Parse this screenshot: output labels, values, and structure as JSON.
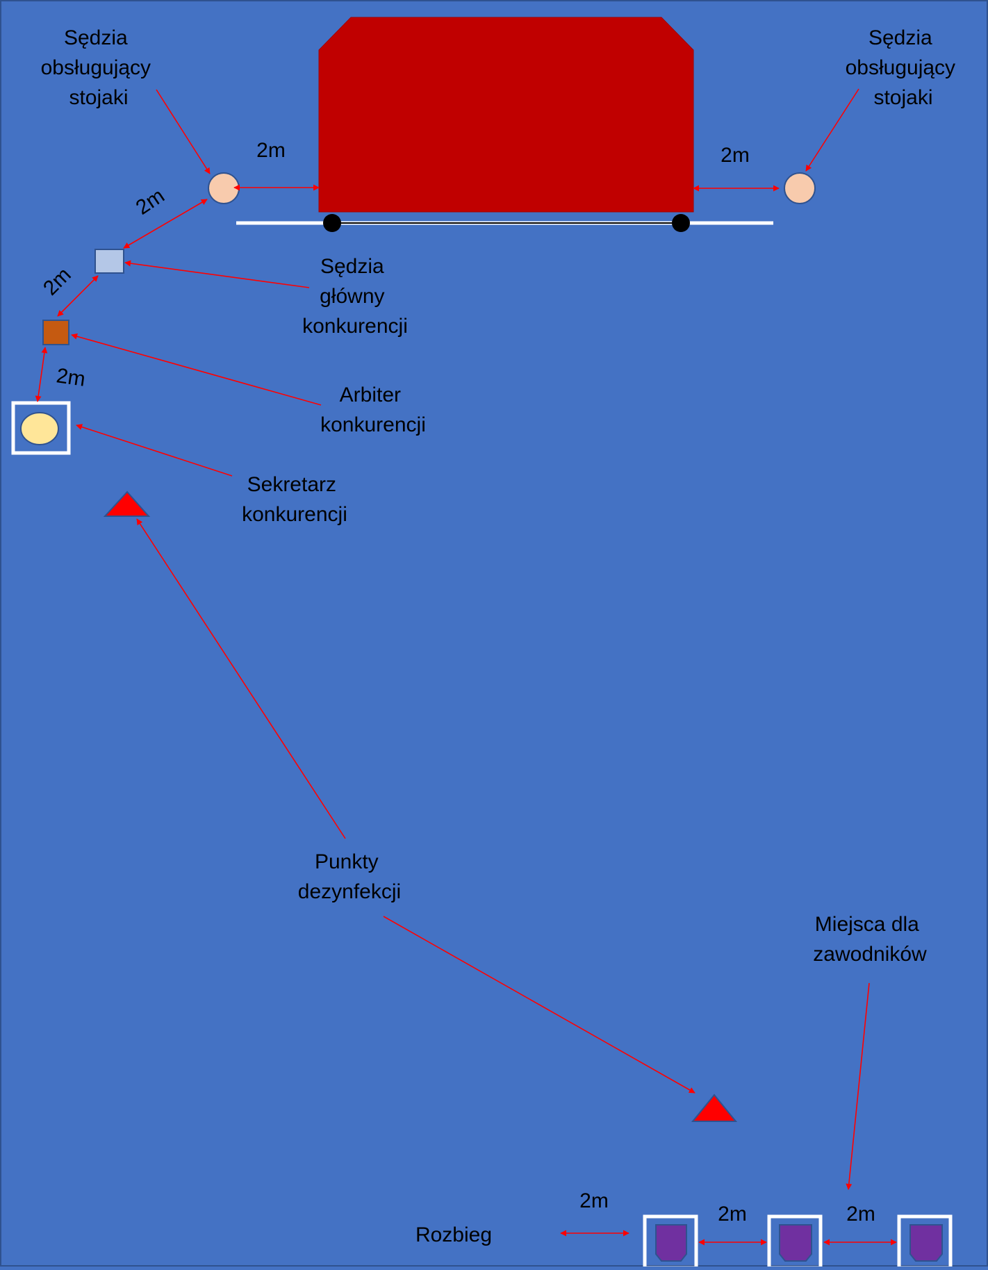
{
  "colors": {
    "background": "#4472C4",
    "border": "#2F528F",
    "mat": "#C00000",
    "arrow": "#FF0000",
    "label_text": "#000000",
    "stand_judge": "#F8CBAD",
    "head_judge": "#B4C7E7",
    "referee": "#C55A11",
    "secretary": "#FFE699",
    "disinfection": "#FF0000",
    "athlete_seat": "#7030A0",
    "frame": "#FFFFFF",
    "post": "#000000"
  },
  "labels": {
    "stand_judge_left": [
      "Sędzia",
      "obsługujący",
      "stojaki"
    ],
    "stand_judge_right": [
      "Sędzia",
      "obsługujący",
      "stojaki"
    ],
    "head_judge": [
      "Sędzia",
      "główny",
      "konkurencji"
    ],
    "referee": [
      "Arbiter",
      "konkurencji"
    ],
    "secretary": [
      "Sekretarz",
      "konkurencji"
    ],
    "disinfection": [
      "Punkty",
      "dezynfekcji"
    ],
    "athletes": [
      "Miejsca dla",
      "zawodników"
    ],
    "runway": "Rozbieg"
  },
  "distances": {
    "mat_left": "2m",
    "mat_right": "2m",
    "judge_to_head": "2m",
    "head_to_referee": "2m",
    "referee_to_secretary": "2m",
    "runway_gap": "2m",
    "seat_gap_1": "2m",
    "seat_gap_2": "2m"
  },
  "icons": {
    "stand_judge": "circle",
    "head_judge": "square",
    "referee": "square",
    "secretary": "circle-in-frame",
    "disinfection": "triangle",
    "athlete_seat": "shield-in-frame"
  }
}
